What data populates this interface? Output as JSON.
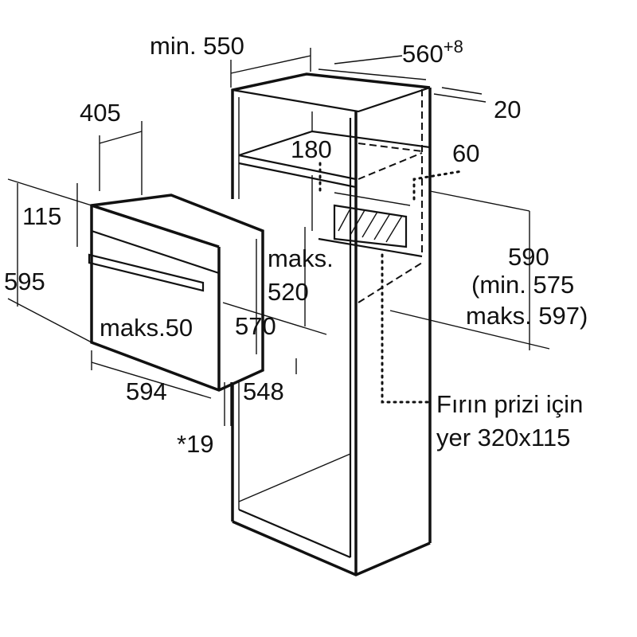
{
  "dimensions": {
    "min_550": "min. 550",
    "w_560": "560",
    "w_560_sup": "+8",
    "d_20": "20",
    "w_405": "405",
    "h_180": "180",
    "d_60": "60",
    "h_115": "115",
    "h_595": "595",
    "maks": "maks.",
    "h_520": "520",
    "h_590": "590",
    "min_575": "(min. 575",
    "maks_597": "maks. 597)",
    "maks_50": "maks.50",
    "h_570": "570",
    "w_594": "594",
    "d_548": "548",
    "d_19": "*19"
  },
  "socket_note": {
    "line1": "Fırın prizi için",
    "line2": "yer 320x115"
  }
}
